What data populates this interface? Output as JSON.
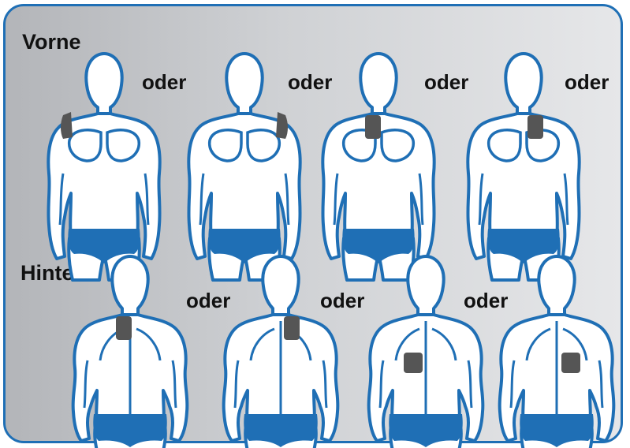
{
  "sections": {
    "front": {
      "label": "Vorne"
    },
    "back": {
      "label": "Hinten"
    }
  },
  "connector": "oder",
  "front_figures": [
    {
      "pad": "right-shoulder"
    },
    {
      "pad": "left-shoulder"
    },
    {
      "pad": "right-chest"
    },
    {
      "pad": "left-chest"
    }
  ],
  "back_figures": [
    {
      "pad": "left-upper-back"
    },
    {
      "pad": "right-upper-back"
    },
    {
      "pad": "left-lower-back"
    },
    {
      "pad": "right-lower-back"
    }
  ],
  "colors": {
    "frame_border": "#1f6fb5",
    "outline": "#1f6fb5",
    "briefs": "#1f6fb5",
    "electrode_pad": "#555555",
    "body_fill": "#ffffff"
  }
}
